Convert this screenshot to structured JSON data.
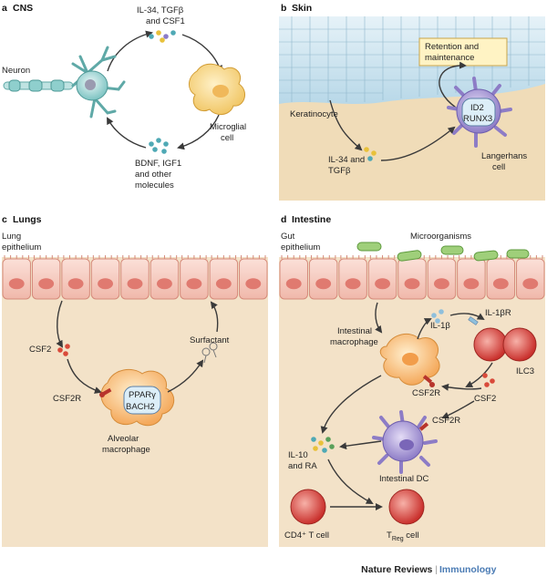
{
  "panels": {
    "a": {
      "letter": "a",
      "title": "CNS",
      "top_label_1": "IL-34, TGFβ",
      "top_label_2": "and CSF1",
      "neuron": "Neuron",
      "microglia_1": "Microglial",
      "microglia_2": "cell",
      "bottom_1": "BDNF, IGF1",
      "bottom_2": "and other",
      "bottom_3": "molecules"
    },
    "b": {
      "letter": "b",
      "title": "Skin",
      "box_1": "Retention and",
      "box_2": "maintenance",
      "tf_1": "ID2",
      "tf_2": "RUNX3",
      "keratinocyte": "Keratinocyte",
      "il34_1": "IL-34 and",
      "il34_2": "TGFβ",
      "lc_1": "Langerhans",
      "lc_2": "cell"
    },
    "c": {
      "letter": "c",
      "title": "Lungs",
      "epi_1": "Lung",
      "epi_2": "epithelium",
      "csf2": "CSF2",
      "csf2r": "CSF2R",
      "tf_1": "PPARγ",
      "tf_2": "BACH2",
      "surfactant": "Surfactant",
      "mac_1": "Alveolar",
      "mac_2": "macrophage"
    },
    "d": {
      "letter": "d",
      "title": "Intestine",
      "epi_1": "Gut",
      "epi_2": "epithelium",
      "microorganisms": "Microorganisms",
      "il1b": "IL-1β",
      "il1br": "IL-1βR",
      "mac_1": "Intestinal",
      "mac_2": "macrophage",
      "ilc3": "ILC3",
      "csf2r_1": "CSF2R",
      "csf2": "CSF2",
      "csf2r_2": "CSF2R",
      "il10_1": "IL-10",
      "il10_2": "and RA",
      "dc": "Intestinal DC",
      "cd4": "CD4⁺ T cell",
      "treg_t": "T",
      "treg_sub": "Reg",
      "treg_cell": " cell"
    }
  },
  "footer": {
    "journal": "Nature Reviews",
    "sep": " | ",
    "section": "Immunology"
  }
}
